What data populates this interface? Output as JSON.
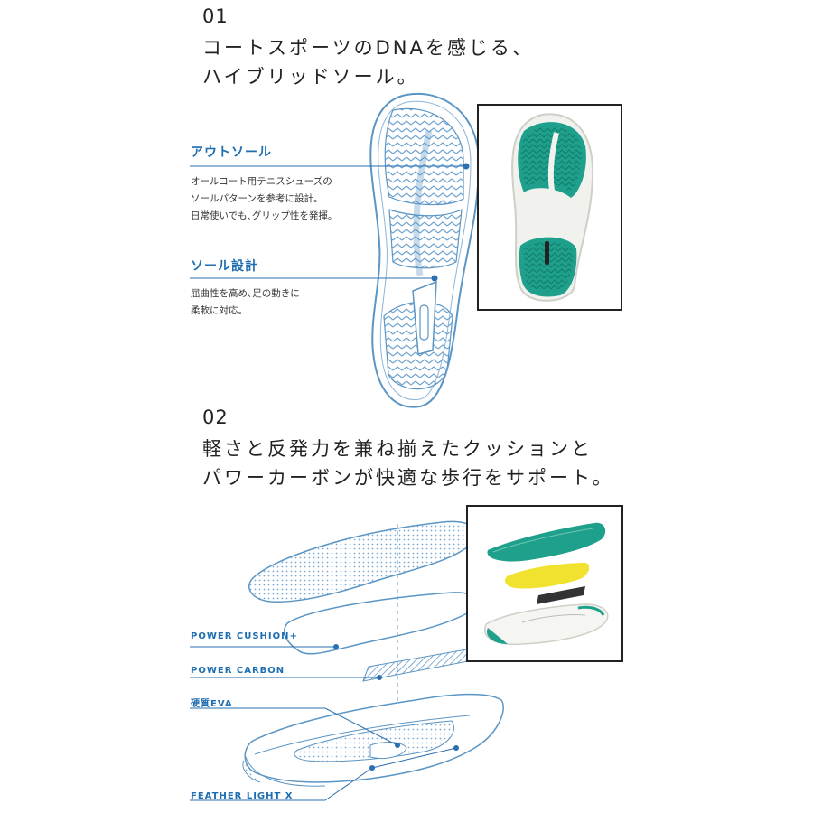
{
  "section1": {
    "number": "01",
    "headline_line1": "コートスポーツのDNAを感じる、",
    "headline_line2": "ハイブリッドソール。",
    "outsole": {
      "label": "アウトソール",
      "desc_line1": "オールコート用テニスシューズの",
      "desc_line2": "ソールパターンを参考に設計。",
      "desc_line3": "日常使いでも､グリップ性を発揮。"
    },
    "sole_design": {
      "label": "ソール設計",
      "desc_line1": "屈曲性を高め､足の動きに",
      "desc_line2": "柔軟に対応。"
    }
  },
  "section2": {
    "number": "02",
    "headline_line1": "軽さと反発力を兼ね揃えたクッションと",
    "headline_line2": "パワーカーボンが快適な歩行をサポート。",
    "layers": {
      "power_cushion": "POWER CUSHION+",
      "power_carbon": "POWER CARBON",
      "hard_eva": "硬質EVA",
      "feather_light": "FEATHER LIGHT X"
    }
  },
  "colors": {
    "accent_blue": "#1e6db0",
    "teal": "#1fa08c",
    "yellow": "#f2e230",
    "line_art": "#5b95c4"
  }
}
